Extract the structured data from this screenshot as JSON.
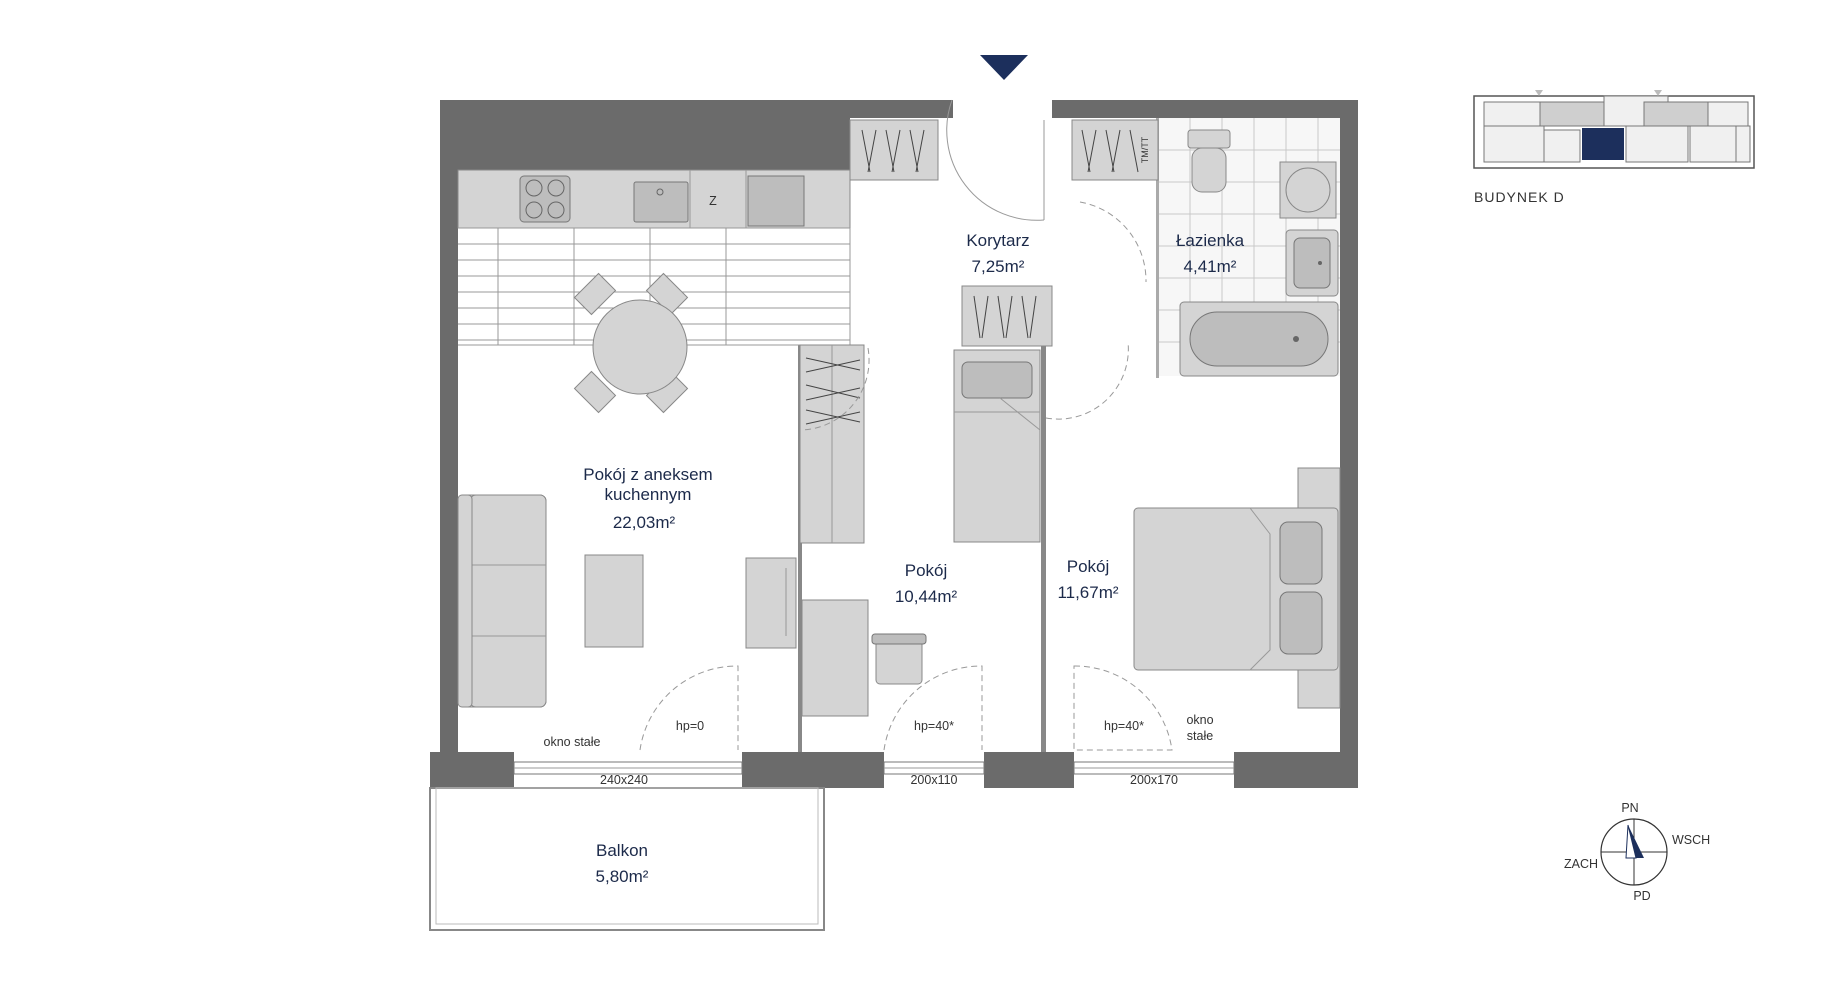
{
  "entrance_marker": "entrance-arrow",
  "colors": {
    "accent": "#1c2f5c",
    "wall": "#6b6b6b",
    "furniture": "#d4d4d4",
    "text": "#1c2a4a"
  },
  "rooms": {
    "living": {
      "name_line1": "Pokój z aneksem",
      "name_line2": "kuchennym",
      "area": "22,03m²"
    },
    "corridor": {
      "name": "Korytarz",
      "area": "7,25m²"
    },
    "bathroom": {
      "name": "Łazienka",
      "area": "4,41m²"
    },
    "room1": {
      "name": "Pokój",
      "area": "10,44m²"
    },
    "room2": {
      "name": "Pokój",
      "area": "11,67m²"
    },
    "balcony": {
      "name": "Balkon",
      "area": "5,80m²"
    }
  },
  "fixtures": {
    "fridge_letter": "Z",
    "tm_tt": "TM/TT"
  },
  "windows": {
    "living_window": {
      "size": "240x240",
      "note": "okno stałe",
      "hp": "hp=0"
    },
    "room1_window": {
      "size": "200x110",
      "hp": "hp=40*"
    },
    "room2_window": {
      "size": "200x170",
      "hp": "hp=40*",
      "note_line1": "okno",
      "note_line2": "stałe"
    }
  },
  "key_plan": {
    "building": "BUDYNEK D"
  },
  "compass": {
    "n": "PN",
    "e": "WSCH",
    "s": "PD",
    "w": "ZACH"
  }
}
